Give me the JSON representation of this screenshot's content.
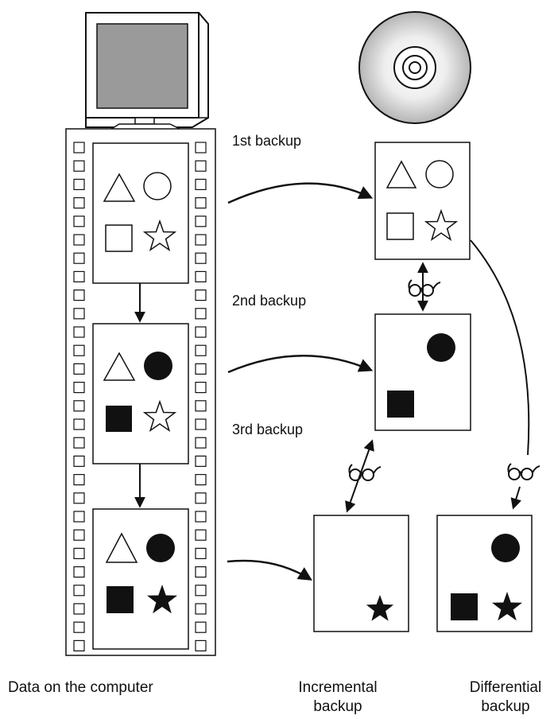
{
  "labels": {
    "backup1": "1st backup",
    "backup2": "2nd backup",
    "backup3": "3rd backup"
  },
  "captions": {
    "computer": "Data on the computer",
    "incremental": "Incremental backup",
    "differential": "Differential backup"
  },
  "icons": [
    "computer-monitor-icon",
    "optical-disc-icon",
    "glasses-icon"
  ],
  "colors": {
    "ink": "#111111",
    "screen": "#9a9a9a",
    "disc_light": "#f4f4f4",
    "disc_dark": "#b8b8b8"
  }
}
